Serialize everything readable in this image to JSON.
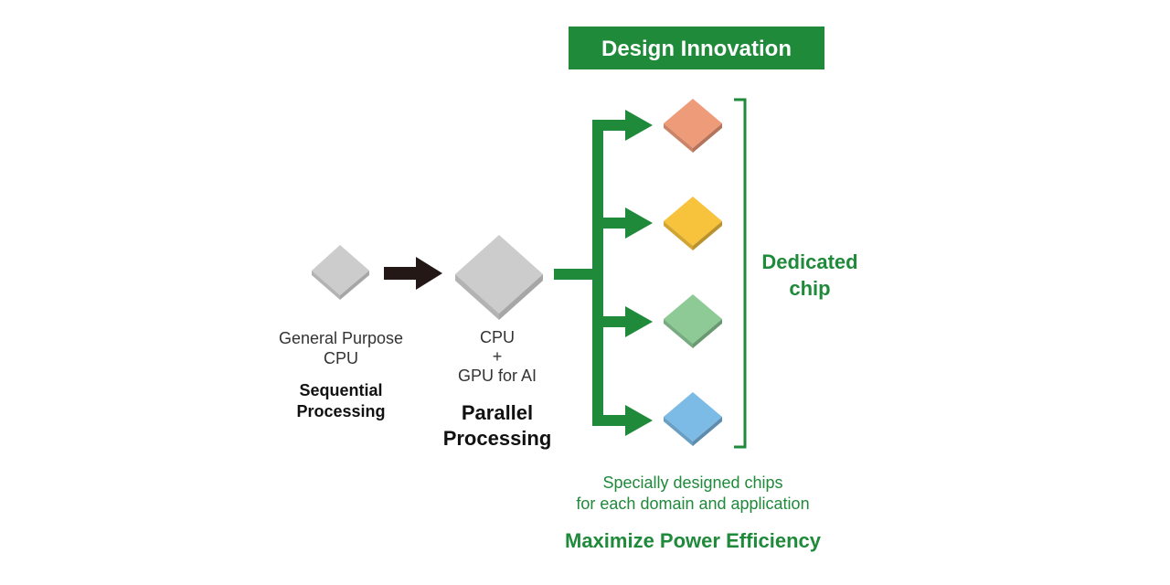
{
  "header": {
    "title": "Design Innovation"
  },
  "stages": {
    "sequential": {
      "chip_label_line1": "General Purpose",
      "chip_label_line2": "CPU",
      "mode_line1": "Sequential",
      "mode_line2": "Processing"
    },
    "parallel": {
      "chip_label_line1": "CPU",
      "chip_label_line2": "+",
      "chip_label_line3": "GPU for AI",
      "mode_line1": "Parallel",
      "mode_line2": "Processing"
    },
    "dedicated": {
      "label_line1": "Dedicated",
      "label_line2": "chip",
      "chip_colors": [
        "#ee9b79",
        "#f7c23c",
        "#8dca96",
        "#7dbbe7"
      ]
    }
  },
  "footer": {
    "caption_line1": "Specially designed chips",
    "caption_line2": "for each domain and application",
    "summary": "Maximize Power Efficiency"
  },
  "colors": {
    "accent_green": "#1e8a3a",
    "chip_gray": "#cccccc",
    "arrow_black": "#231815",
    "text_dark": "#333333"
  }
}
